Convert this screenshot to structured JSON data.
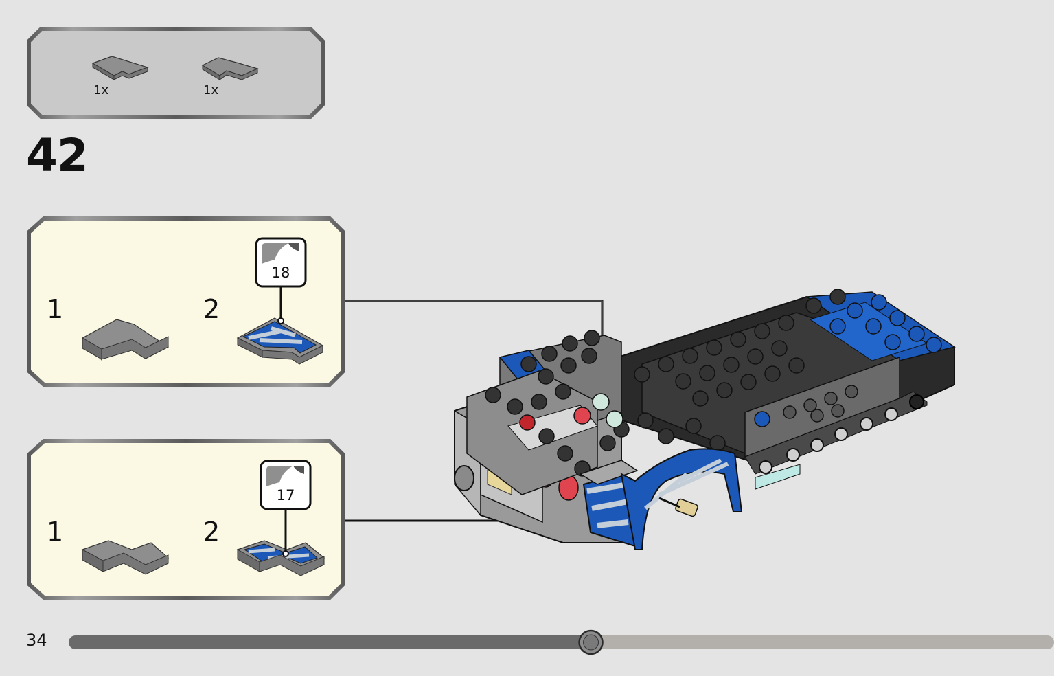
{
  "step": {
    "number": "42"
  },
  "parts_list": {
    "items": [
      {
        "qty": "1x",
        "icon": "corner-tile-icon"
      },
      {
        "qty": "1x",
        "icon": "bent-tile-icon"
      }
    ]
  },
  "subassemblies": [
    {
      "steps": [
        "1",
        "2"
      ],
      "sticker": "18"
    },
    {
      "steps": [
        "1",
        "2"
      ],
      "sticker": "17"
    }
  ],
  "footer": {
    "page_number": "34",
    "progress": 0.53
  },
  "colors": {
    "background": "#e4e4e4",
    "parts_panel": "#c8c8c8",
    "callout_panel": "#fbf9e6",
    "lego_blue": "#1c58b8",
    "tile_gray": "#a3a3a3",
    "progress_dark": "#6b6b6b",
    "progress_light": "#b4b0ab"
  }
}
